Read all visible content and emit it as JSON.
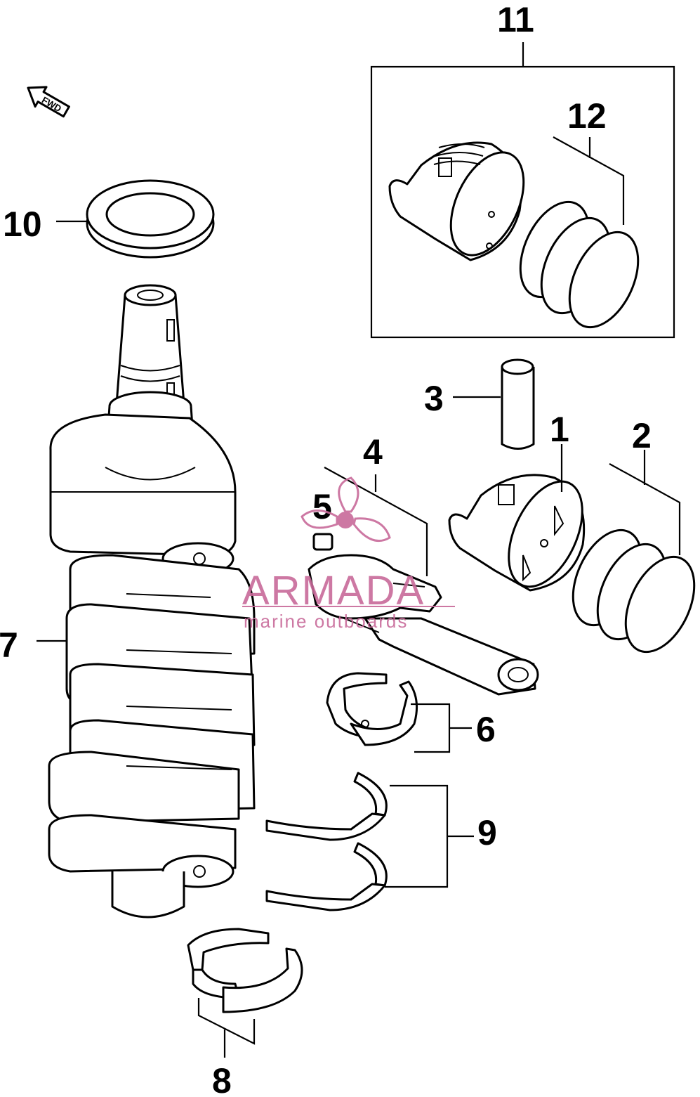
{
  "orientation_label": "FWD",
  "callouts": {
    "c1": "1",
    "c2": "2",
    "c3": "3",
    "c4": "4",
    "c5": "5",
    "c6": "6",
    "c7": "7",
    "c8": "8",
    "c9": "9",
    "c10": "10",
    "c11": "11",
    "c12": "12"
  },
  "watermark": {
    "brand": "ARMADA",
    "tagline": "marine outboards",
    "color": "#c86a9a"
  }
}
